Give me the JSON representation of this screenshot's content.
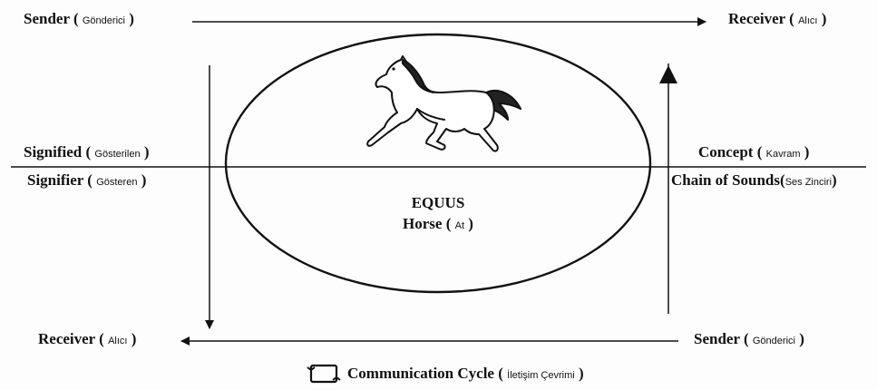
{
  "labels": {
    "top_left": {
      "main": "Sender",
      "sub": "Gönderici"
    },
    "top_right": {
      "main": "Receiver",
      "sub": "Alıcı"
    },
    "signified": {
      "main": "Signified",
      "sub": "Gösterilen"
    },
    "signifier": {
      "main": "Signifier",
      "sub": "Gösteren"
    },
    "concept": {
      "main": "Concept",
      "sub": "Kavram"
    },
    "chain": {
      "main": "Chain of Sounds",
      "sub": "Ses Zinciri"
    },
    "bottom_left": {
      "main": "Receiver",
      "sub": "Alıcı"
    },
    "bottom_right": {
      "main": "Sender",
      "sub": "Gönderici"
    },
    "center_word": "EQUUS",
    "center_translation": {
      "main": "Horse",
      "sub": "At"
    },
    "footer": {
      "main": "Communication Cycle",
      "sub": "İletişim Çevrimi"
    }
  },
  "icons": {
    "illustration": "horse-icon",
    "cycle": "cycle-icon"
  },
  "colors": {
    "ink": "#111111",
    "background": "#fdfdfd"
  }
}
